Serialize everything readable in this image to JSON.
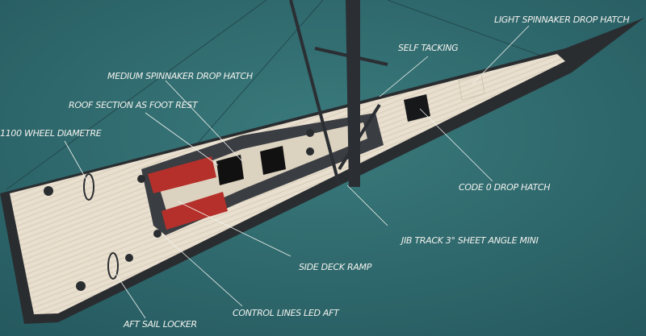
{
  "labels": {
    "light_spinnaker": "LIGHT SPINNAKER DROP HATCH",
    "self_tacking": "SELF TACKING",
    "medium_spinnaker": "MEDIUM SPINNAKER DROP HATCH",
    "roof_section": "ROOF SECTION AS FOOT REST",
    "wheel": "1100 WHEEL DIAMETRE",
    "code0": "CODE 0 DROP HATCH",
    "jib_track": "JIB TRACK 3° SHEET ANGLE MINI",
    "side_deck": "SIDE DECK RAMP",
    "control_lines": "CONTROL LINES LED AFT",
    "aft_locker": "AFT SAIL LOCKER"
  },
  "colors": {
    "water": "#2f6a6e",
    "deck": "#e6dccb",
    "hull": "#2a2d30",
    "cushion": "#b5302a"
  }
}
